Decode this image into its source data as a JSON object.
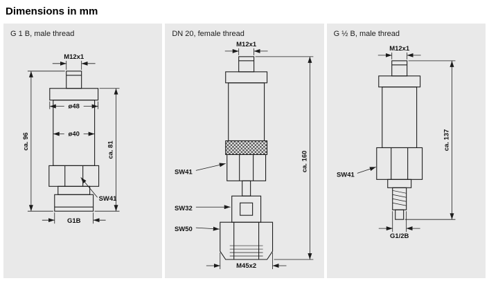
{
  "page": {
    "title": "Dimensions in mm"
  },
  "colors": {
    "panel_bg": "#e9e9e9",
    "line": "#1c1c1c",
    "text": "#111111"
  },
  "panels": [
    {
      "caption": "G 1 B, male thread",
      "labels": {
        "m12": "M12x1",
        "d48": "ø48",
        "d40": "ø40",
        "h96": "ca. 96",
        "h81": "ca. 81",
        "sw41": "SW41",
        "g1b": "G1B"
      }
    },
    {
      "caption": "DN 20, female thread",
      "labels": {
        "m12": "M12x1",
        "sw41": "SW41",
        "sw32": "SW32",
        "sw50": "SW50",
        "h160": "ca. 160",
        "m45": "M45x2"
      }
    },
    {
      "caption": "G ½ B, male thread",
      "labels": {
        "m12": "M12x1",
        "sw41": "SW41",
        "h137": "ca. 137",
        "g12b": "G1/2B"
      }
    }
  ]
}
